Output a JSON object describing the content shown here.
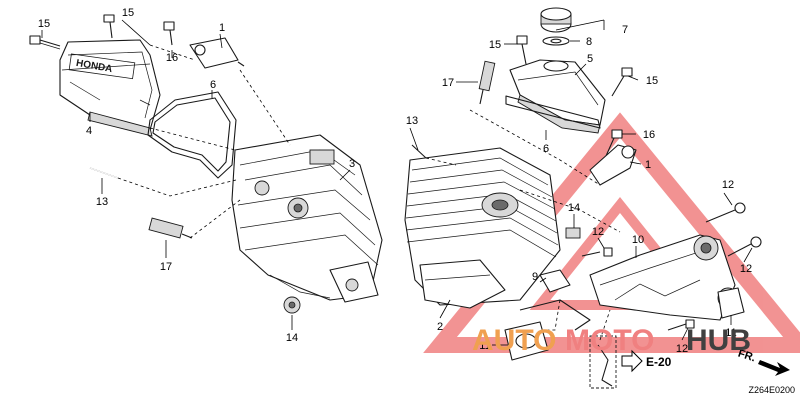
{
  "diagram": {
    "code": "Z264E0200",
    "ref_arrow_label": "E-20",
    "direction_label": "FR.",
    "cover_brand": "HONDA",
    "callouts": [
      {
        "id": "c15a",
        "text": "15"
      },
      {
        "id": "c15b",
        "text": "15"
      },
      {
        "id": "c1a",
        "text": "1"
      },
      {
        "id": "c16a",
        "text": "16"
      },
      {
        "id": "c6a",
        "text": "6"
      },
      {
        "id": "c4",
        "text": "4"
      },
      {
        "id": "c3",
        "text": "3"
      },
      {
        "id": "c13a",
        "text": "13"
      },
      {
        "id": "c17a",
        "text": "17"
      },
      {
        "id": "c14a",
        "text": "14"
      },
      {
        "id": "c7",
        "text": "7"
      },
      {
        "id": "c8",
        "text": "8"
      },
      {
        "id": "c15c",
        "text": "15"
      },
      {
        "id": "c5",
        "text": "5"
      },
      {
        "id": "c15d",
        "text": "15"
      },
      {
        "id": "c17b",
        "text": "17"
      },
      {
        "id": "c13b",
        "text": "13"
      },
      {
        "id": "c6b",
        "text": "6"
      },
      {
        "id": "c16b",
        "text": "16"
      },
      {
        "id": "c1b",
        "text": "1"
      },
      {
        "id": "c14b",
        "text": "14"
      },
      {
        "id": "c12a",
        "text": "12"
      },
      {
        "id": "c12b",
        "text": "12"
      },
      {
        "id": "c10",
        "text": "10"
      },
      {
        "id": "c12c",
        "text": "12"
      },
      {
        "id": "c9",
        "text": "9"
      },
      {
        "id": "c2",
        "text": "2"
      },
      {
        "id": "c11a",
        "text": "11"
      },
      {
        "id": "c11b",
        "text": "11"
      },
      {
        "id": "c12d",
        "text": "12"
      }
    ]
  },
  "watermark": {
    "part1": "AUTO",
    "part2": "MOTO",
    "part3": "HUB",
    "color_primary": "#f08080",
    "color_secondary": "#404040"
  }
}
